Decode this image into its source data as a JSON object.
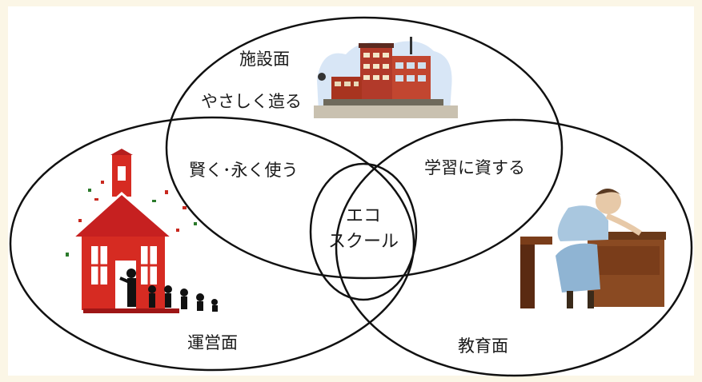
{
  "facility": {
    "title": "施設面",
    "subtitle": "やさしく造る"
  },
  "operation": {
    "title": "運営面"
  },
  "education": {
    "title": "教育面"
  },
  "overlaps": {
    "facility_operation": "賢く･永く使う",
    "facility_education": "学習に資する",
    "center_line1": "エコ",
    "center_line2": "スクール"
  },
  "icons": {
    "facility": "modern-school-building-icon",
    "operation": "red-schoolhouse-with-children-icon",
    "education": "student-at-desk-icon"
  }
}
